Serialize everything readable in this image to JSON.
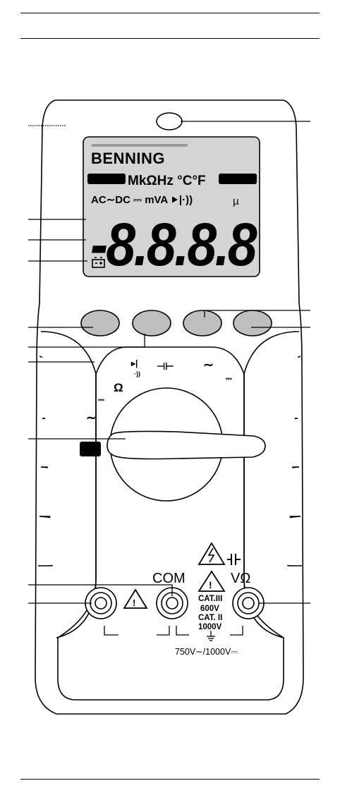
{
  "lcd": {
    "brand": "BENNING",
    "units_row": "MkΩHz °C°F",
    "modes_row": "AC∼DC ⎓ mVA ⯈|·))",
    "micro": "µ",
    "digits": "-8.8.8.8"
  },
  "dial": {
    "diode_label": "▸|",
    "cap_label": "⊣⊢",
    "ac_label_right": "∼",
    "dc_label_right": "⎓",
    "ohm_label": "Ω",
    "dc_label_left": "⎓",
    "ac_label_left": "∼"
  },
  "terminals": {
    "com_label": "COM",
    "vohm_label": "VΩ",
    "cat3": "CAT.III",
    "cat3_volts": "600V",
    "cat2": "CAT. II",
    "cat2_volts": "1000V",
    "max_rating": "750V∼/1000V⎓"
  },
  "icons": [
    "warning-triangle-icon",
    "high-voltage-icon",
    "capacitor-icon",
    "battery-icon",
    "ground-icon"
  ]
}
